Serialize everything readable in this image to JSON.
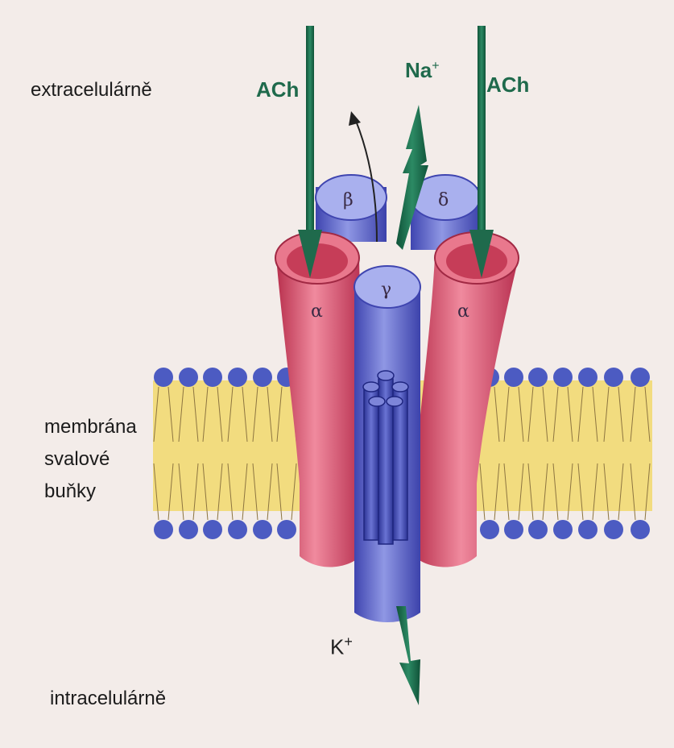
{
  "labels": {
    "extracellular": "extracelulárně",
    "intracellular": "intracelulárně",
    "membrane_line1": "membrána",
    "membrane_line2": "svalové",
    "membrane_line3": "buňky"
  },
  "ions": {
    "ach_left": "ACh",
    "ach_right": "ACh",
    "na": "Na",
    "na_sup": "+",
    "k": "K",
    "k_sup": "+"
  },
  "subunits": {
    "alpha_left": "α",
    "beta": "β",
    "delta": "δ",
    "gamma": "γ",
    "alpha_right": "α"
  },
  "colors": {
    "background": "#f3ece9",
    "membrane": "#f2dc7f",
    "lipid_head": "#4c5bc2",
    "alpha_red": "#cf4a63",
    "subunit_blue": "#5b63c9",
    "arrow_green": "#1f6a4c"
  }
}
